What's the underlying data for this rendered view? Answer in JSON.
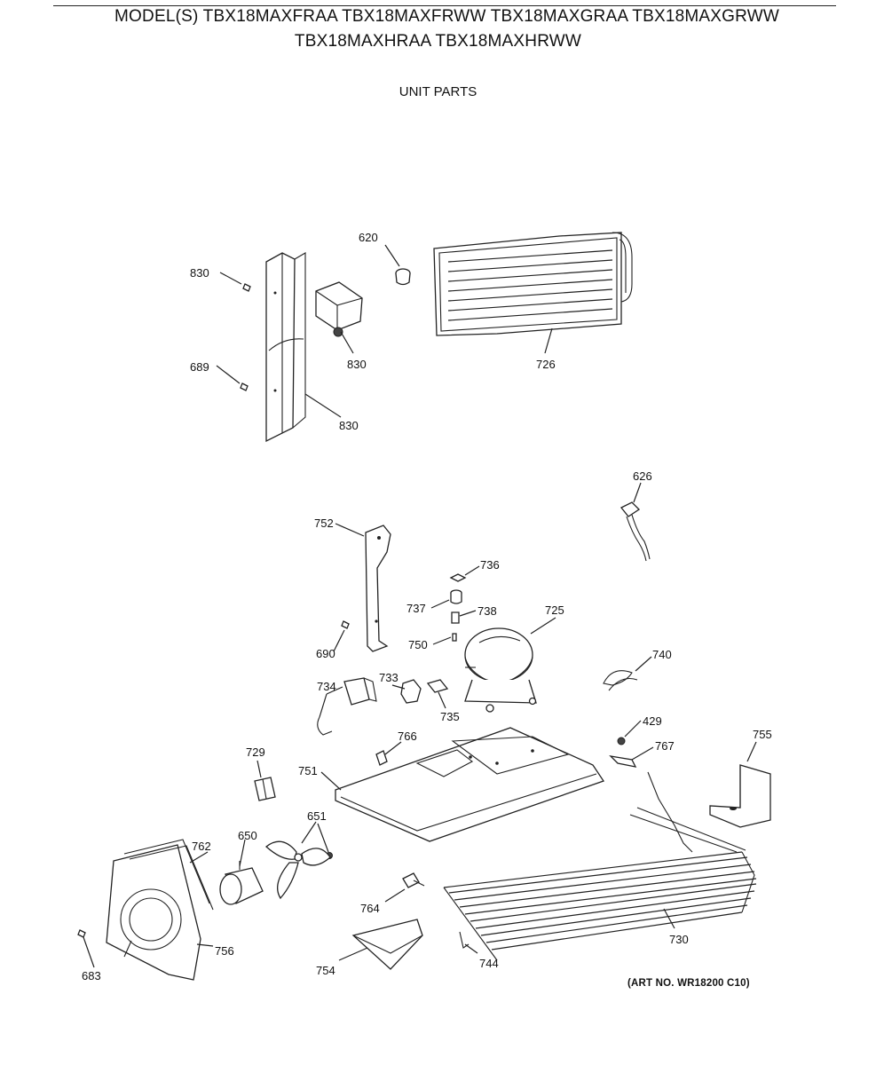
{
  "header": {
    "models_line1": "MODEL(S) TBX18MAXFRAA  TBX18MAXFRWW  TBX18MAXGRAA  TBX18MAXGRWW",
    "models_line2": "TBX18MAXHRAA  TBX18MAXHRWW",
    "section_title": "UNIT PARTS"
  },
  "callouts": {
    "c620": "620",
    "c830a": "830",
    "c830b": "830",
    "c830c": "830",
    "c689": "689",
    "c726": "726",
    "c626": "626",
    "c752": "752",
    "c736": "736",
    "c737": "737",
    "c738": "738",
    "c725": "725",
    "c750": "750",
    "c690": "690",
    "c740": "740",
    "c734": "734",
    "c733": "733",
    "c735": "735",
    "c429": "429",
    "c767": "767",
    "c755": "755",
    "c766": "766",
    "c729": "729",
    "c751": "751",
    "c651": "651",
    "c762": "762",
    "c650": "650",
    "c764": "764",
    "c730": "730",
    "c756": "756",
    "c683": "683",
    "c754": "754",
    "c744": "744"
  },
  "footer": {
    "art_no": "(ART NO. WR18200 C10)"
  }
}
